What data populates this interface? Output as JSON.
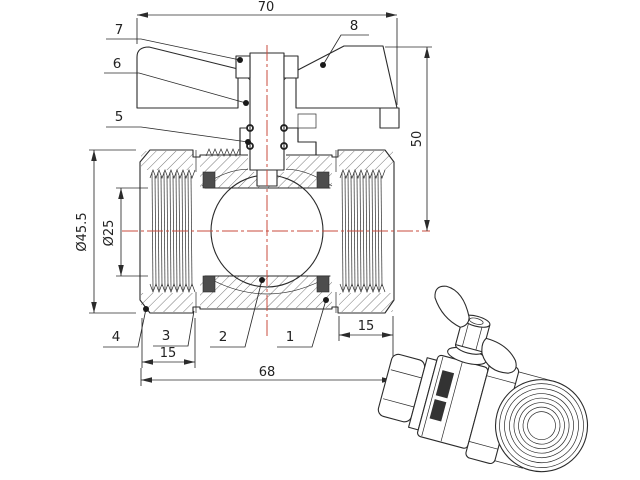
{
  "dimensions": {
    "handle_width": "70",
    "height_to_handle": "50",
    "body_outer_diameter": "Ø45.5",
    "bore_diameter": "Ø25",
    "left_thread_length": "15",
    "body_length": "68",
    "right_thread_length": "15"
  },
  "callouts": {
    "c1": "1",
    "c2": "2",
    "c3": "3",
    "c4": "4",
    "c5": "5",
    "c6": "6",
    "c7": "7",
    "c8": "8"
  },
  "colors": {
    "line": "#2b2b2b",
    "centerline": "#c94b3c",
    "seat_fill": "#4d4d4d",
    "background": "#ffffff"
  }
}
